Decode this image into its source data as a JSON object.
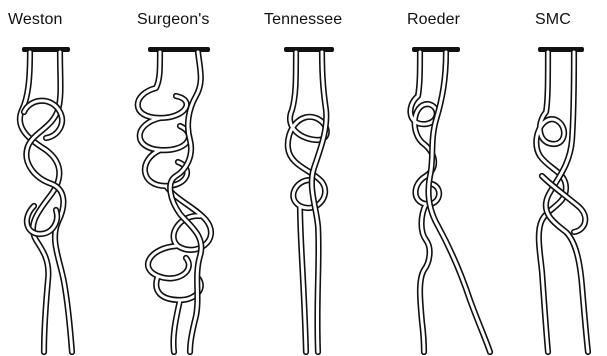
{
  "knots": [
    {
      "id": "weston",
      "label": "Weston"
    },
    {
      "id": "surgeons",
      "label": "Surgeon's"
    },
    {
      "id": "tennessee",
      "label": "Tennessee"
    },
    {
      "id": "roeder",
      "label": "Roeder"
    },
    {
      "id": "smc",
      "label": "SMC"
    }
  ],
  "colors": {
    "line": "#111111",
    "background": "#ffffff"
  }
}
